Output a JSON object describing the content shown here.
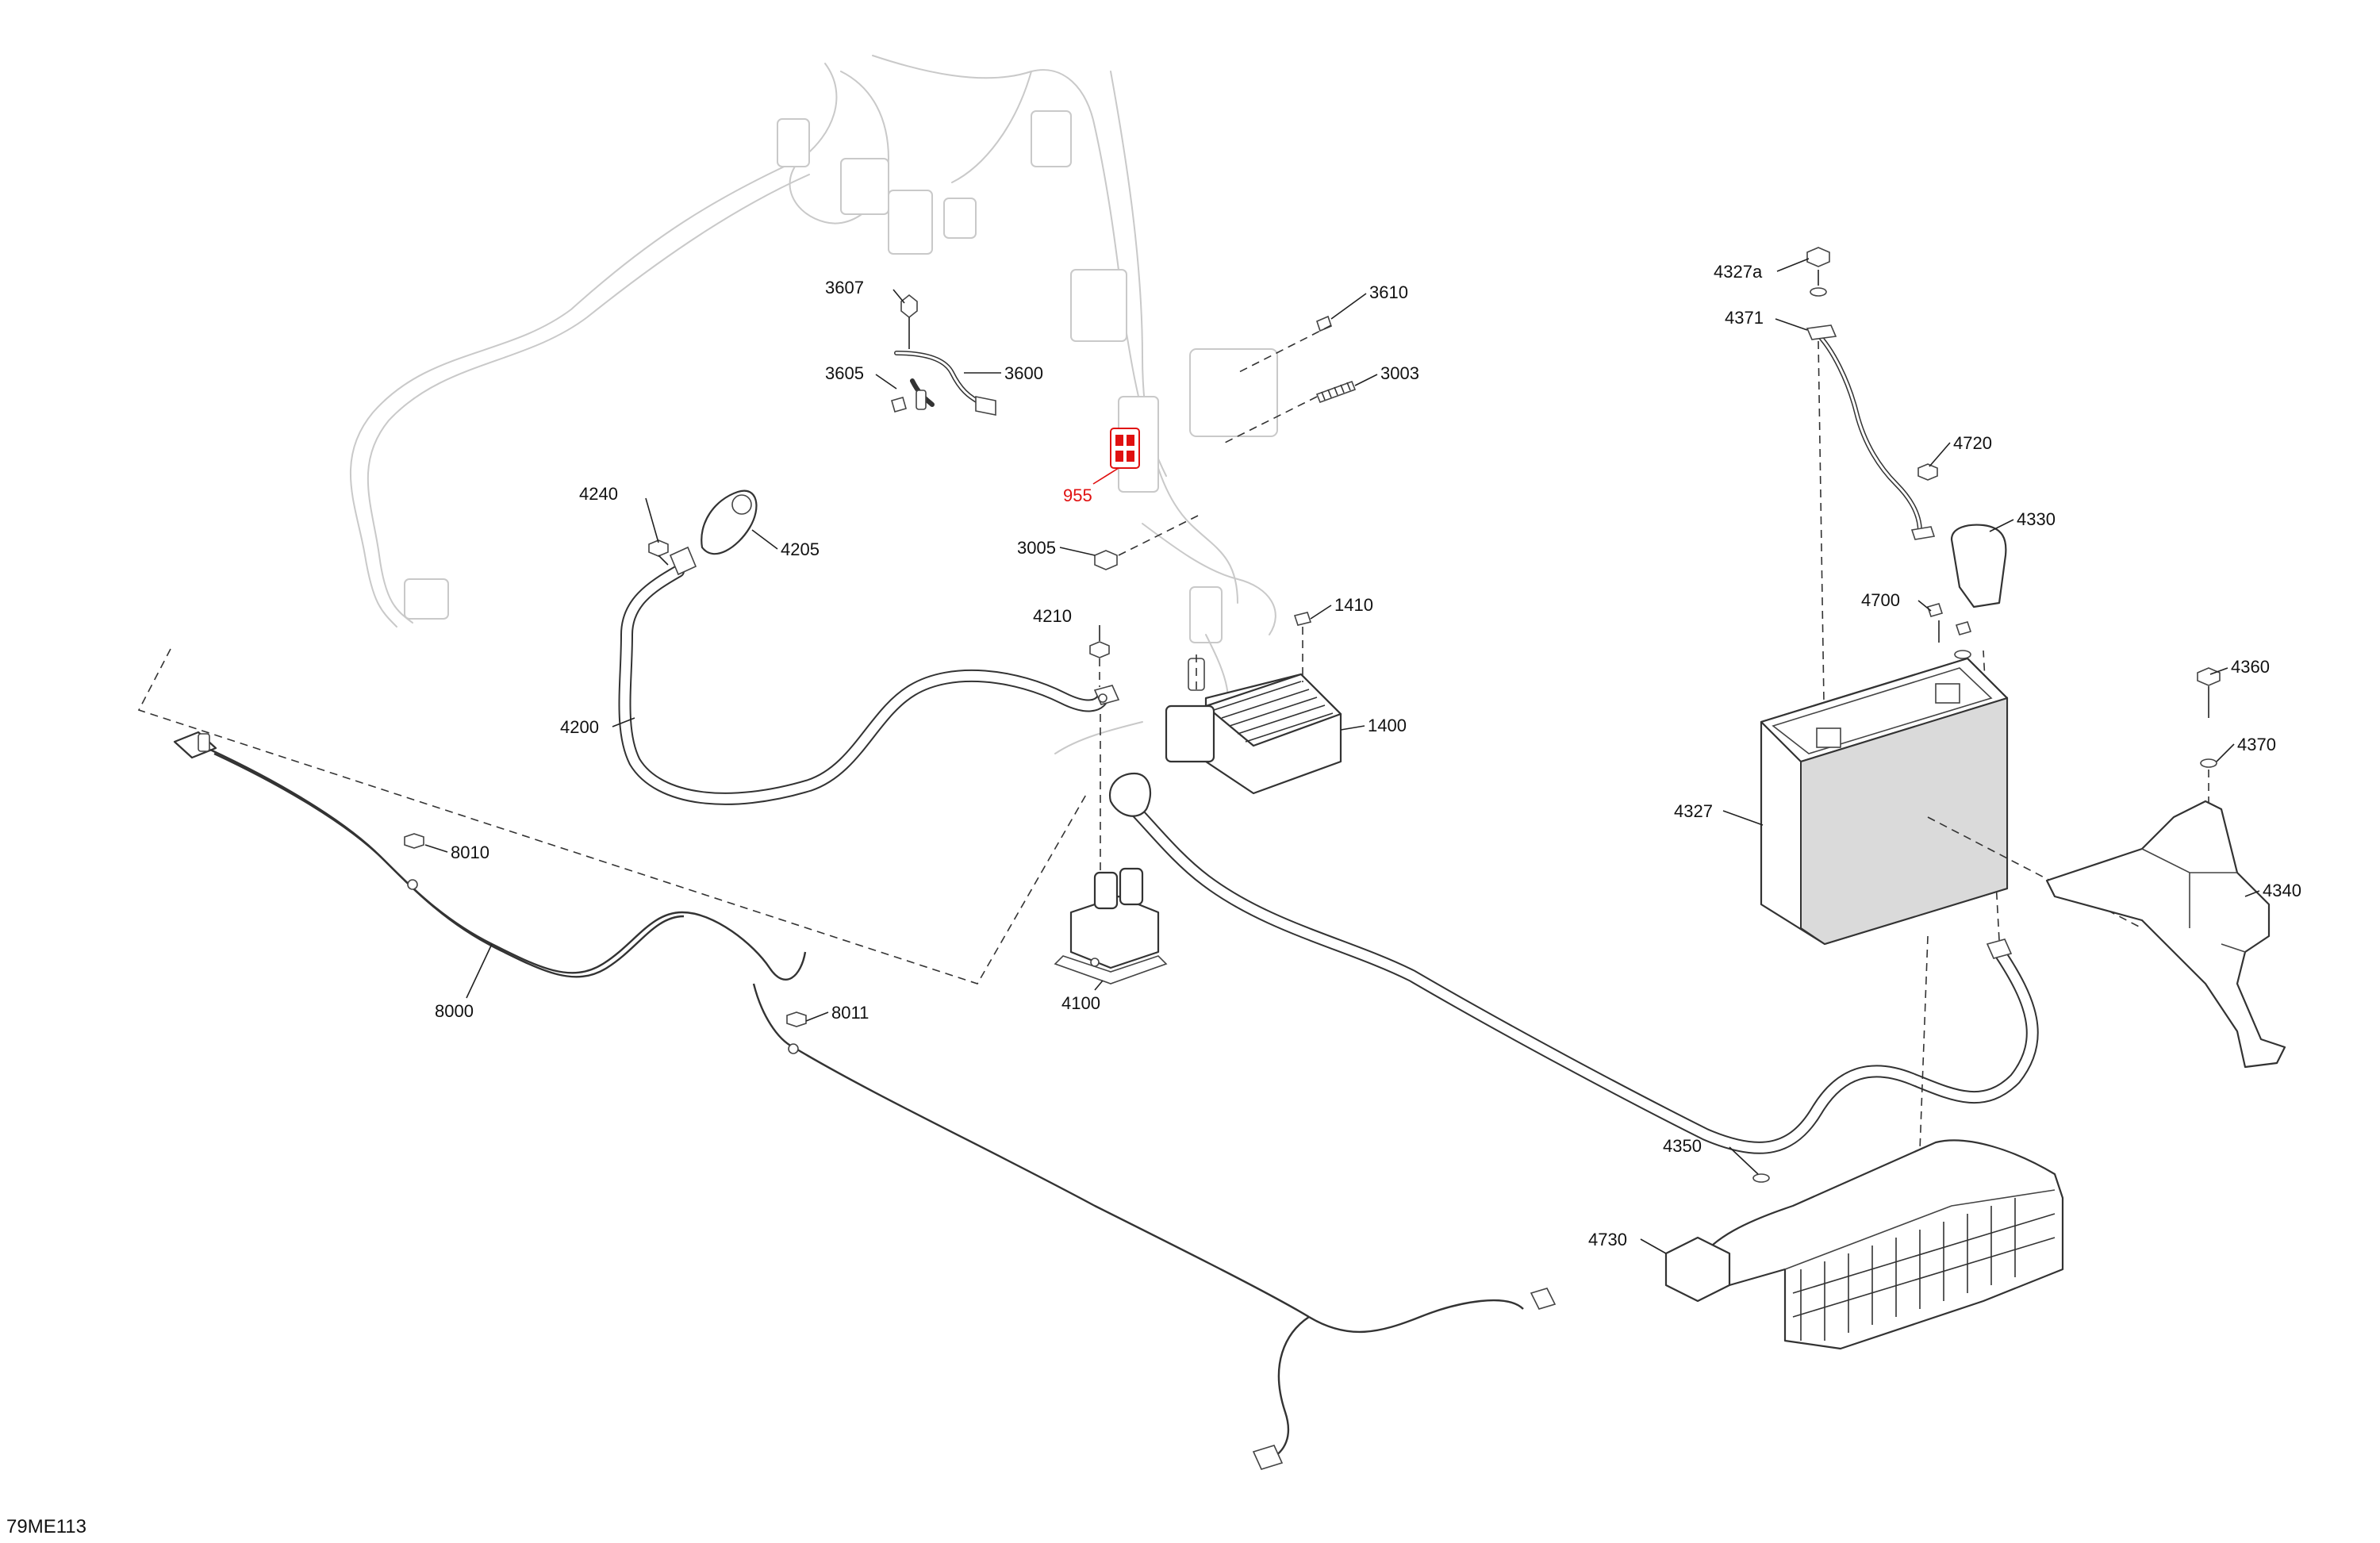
{
  "diagram_ref": "79ME113",
  "callouts": [
    {
      "id": "c955",
      "label": "955",
      "highlight": true
    },
    {
      "id": "c1400",
      "label": "1400"
    },
    {
      "id": "c1410",
      "label": "1410"
    },
    {
      "id": "c3003",
      "label": "3003"
    },
    {
      "id": "c3005",
      "label": "3005"
    },
    {
      "id": "c3600",
      "label": "3600"
    },
    {
      "id": "c3605",
      "label": "3605"
    },
    {
      "id": "c3607",
      "label": "3607"
    },
    {
      "id": "c3610",
      "label": "3610"
    },
    {
      "id": "c4100",
      "label": "4100"
    },
    {
      "id": "c4200",
      "label": "4200"
    },
    {
      "id": "c4205",
      "label": "4205"
    },
    {
      "id": "c4210",
      "label": "4210"
    },
    {
      "id": "c4240",
      "label": "4240"
    },
    {
      "id": "c4327",
      "label": "4327"
    },
    {
      "id": "c4327a",
      "label": "4327a"
    },
    {
      "id": "c4330",
      "label": "4330"
    },
    {
      "id": "c4340",
      "label": "4340"
    },
    {
      "id": "c4350",
      "label": "4350"
    },
    {
      "id": "c4360",
      "label": "4360"
    },
    {
      "id": "c4370",
      "label": "4370"
    },
    {
      "id": "c4371",
      "label": "4371"
    },
    {
      "id": "c4700",
      "label": "4700"
    },
    {
      "id": "c4720",
      "label": "4720"
    },
    {
      "id": "c4730",
      "label": "4730"
    },
    {
      "id": "c8000",
      "label": "8000"
    },
    {
      "id": "c8010",
      "label": "8010"
    },
    {
      "id": "c8011",
      "label": "8011"
    }
  ]
}
